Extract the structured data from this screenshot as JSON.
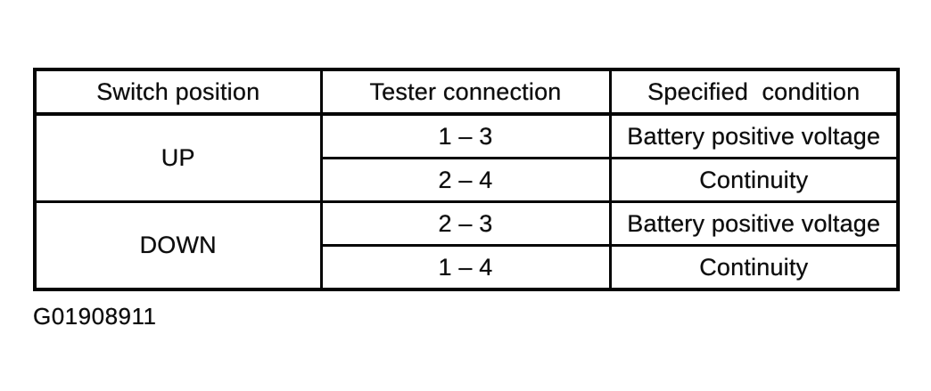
{
  "page": {
    "background": "#ffffff",
    "ink": "#0d0d0d",
    "border_color": "#050505"
  },
  "table": {
    "headers": [
      "Switch position",
      "Tester connection",
      "Specified  condition"
    ],
    "groups": [
      {
        "position": "UP",
        "rows": [
          {
            "connection": "1 – 3",
            "condition": "Battery positive voltage"
          },
          {
            "connection": "2 – 4",
            "condition": "Continuity"
          }
        ]
      },
      {
        "position": "DOWN",
        "rows": [
          {
            "connection": "2 – 3",
            "condition": "Battery positive voltage"
          },
          {
            "connection": "1 – 4",
            "condition": "Continuity"
          }
        ]
      }
    ]
  },
  "caption": "G01908911"
}
